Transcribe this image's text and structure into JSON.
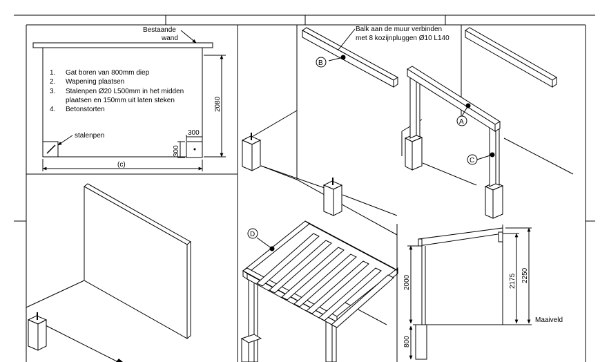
{
  "panel1": {
    "wall_label_line1": "Bestaande",
    "wall_label_line2": "wand",
    "steps": [
      {
        "num": "1.",
        "text": "Gat boren van 800mm diep"
      },
      {
        "num": "2.",
        "text": "Wapening plaatsen"
      },
      {
        "num": "3.",
        "text": "Stalenpen Ø20 L500mm in het midden"
      },
      {
        "num": "",
        "text": "plaatsen en 150mm uit laten steken"
      },
      {
        "num": "4.",
        "text": "Betonstorten"
      }
    ],
    "pin_label": "stalenpen",
    "dim_height": "2080",
    "dim_square_w": "300",
    "dim_square_h": "300",
    "dim_width": "(c)"
  },
  "panel3": {
    "beam_note_line1": "Balk aan de muur verbinden",
    "beam_note_line2": "met 8 kozijnpluggen Ø10 L140",
    "marker_b": "B",
    "marker_a": "A",
    "marker_c": "C"
  },
  "panel5": {
    "marker_d": "D"
  },
  "panel6": {
    "dim_2000": "2000",
    "dim_2175": "2175",
    "dim_2250": "2250",
    "dim_800": "800",
    "ground_label": "Maaiveld"
  }
}
